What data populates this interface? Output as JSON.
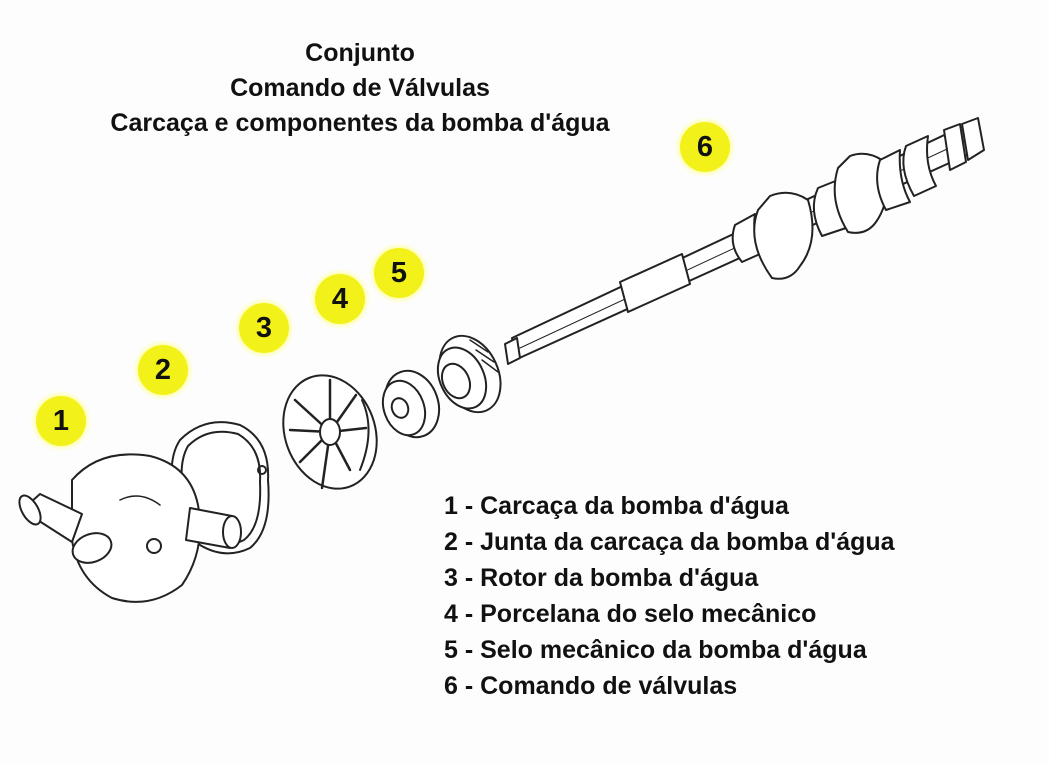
{
  "title": {
    "line1": "Conjunto",
    "line2": "Comando de Válvulas",
    "line3": "Carcaça e componentes da bomba d'água"
  },
  "badges": {
    "b1": "1",
    "b2": "2",
    "b3": "3",
    "b4": "4",
    "b5": "5",
    "b6": "6"
  },
  "legend": [
    "1 - Carcaça da bomba d'água",
    "2 - Junta da carcaça da bomba d'água",
    "3 - Rotor da bomba d'água",
    "4 - Porcelana do selo mecânico",
    "5 - Selo mecânico da bomba d'água",
    "6 - Comando de válvulas"
  ],
  "colors": {
    "badge": "#f2f21a",
    "line_art": "#222222"
  }
}
